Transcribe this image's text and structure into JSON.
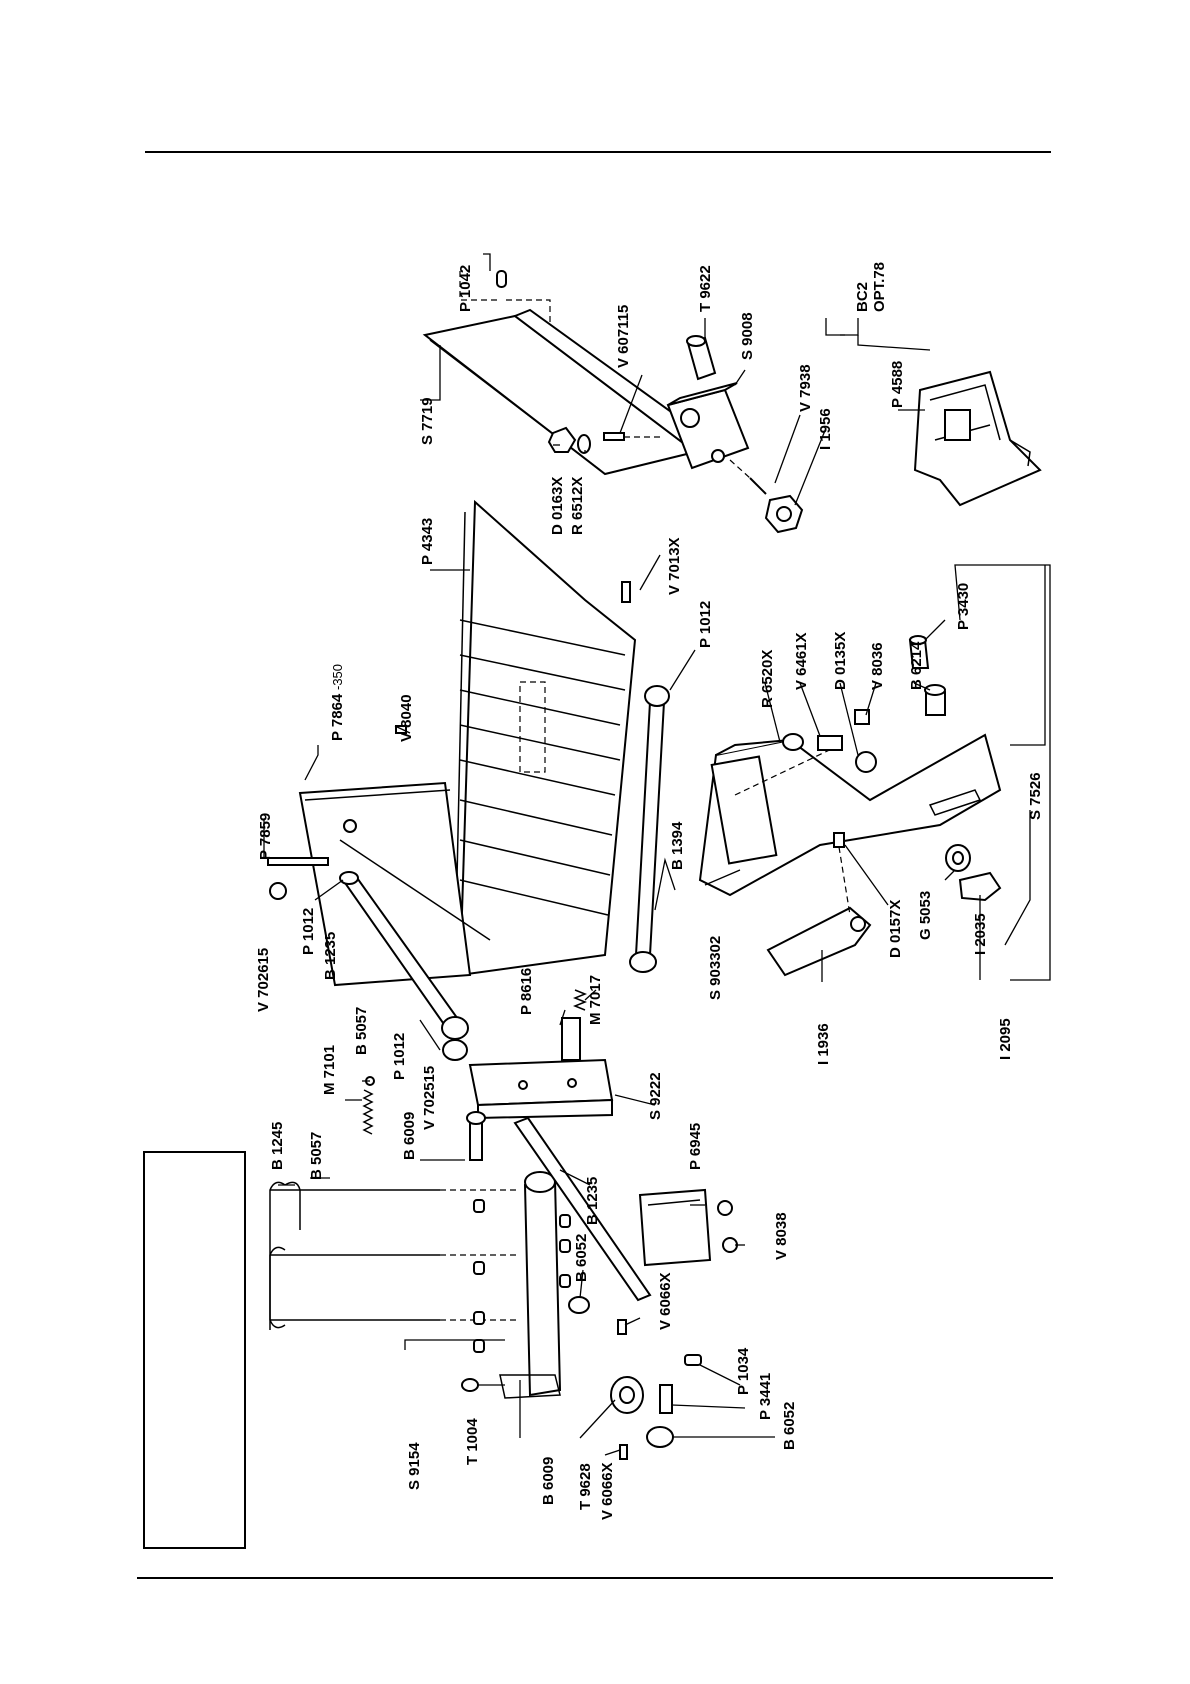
{
  "labels": {
    "P1042": "P 1042",
    "T9622": "T 9622",
    "V607115": "V 607115",
    "S9008": "S 9008",
    "S7719": "S 7719",
    "D0163X": "D 0163X",
    "R6512X": "R 6512X",
    "V7938": "V 7938",
    "I1956": "I 1956",
    "BC2": "BC2",
    "OPT78": "OPT.78",
    "P4588": "P 4588",
    "P4343": "P 4343",
    "V7013X": "V 7013X",
    "P7864": "P 7864",
    "P7864_suffix": "-350",
    "V8040": "V 8040",
    "P7859": "P 7859",
    "V702615": "V 702615",
    "P1012_a": "P 1012",
    "B1235_a": "B 1235",
    "P1012_b": "P 1012",
    "B1394": "B 1394",
    "R6520X": "R 6520X",
    "V6461X": "V 6461X",
    "D0135X": "D 0135X",
    "V8036": "V 8036",
    "B6214": "B 6214",
    "P3430": "P 3430",
    "S7526": "S 7526",
    "S903302": "S 903302",
    "D0157X": "D 0157X",
    "G5053": "G 5053",
    "I2035": "I 2035",
    "I1936": "I 1936",
    "I2095": "I 2095",
    "P8616": "P 8616",
    "M7017": "M 7017",
    "P1012_c": "P 1012",
    "B5057_a": "B 5057",
    "M7101": "M 7101",
    "B5057_b": "B 5057",
    "B1245": "B 1245",
    "B6009_a": "B 6009",
    "V702515": "V 702515",
    "S9222": "S 9222",
    "B1235_b": "B 1235",
    "P6945": "P 6945",
    "V8038": "V 8038",
    "B6052_a": "B 6052",
    "V6066X_a": "V 6066X",
    "P1034": "P 1034",
    "P3441": "P 3441",
    "B6052_b": "B 6052",
    "S9154": "S 9154",
    "T1004": "T 1004",
    "B6009_b": "B 6009",
    "T9628": "T 9628",
    "V6066X_b": "V 6066X"
  }
}
